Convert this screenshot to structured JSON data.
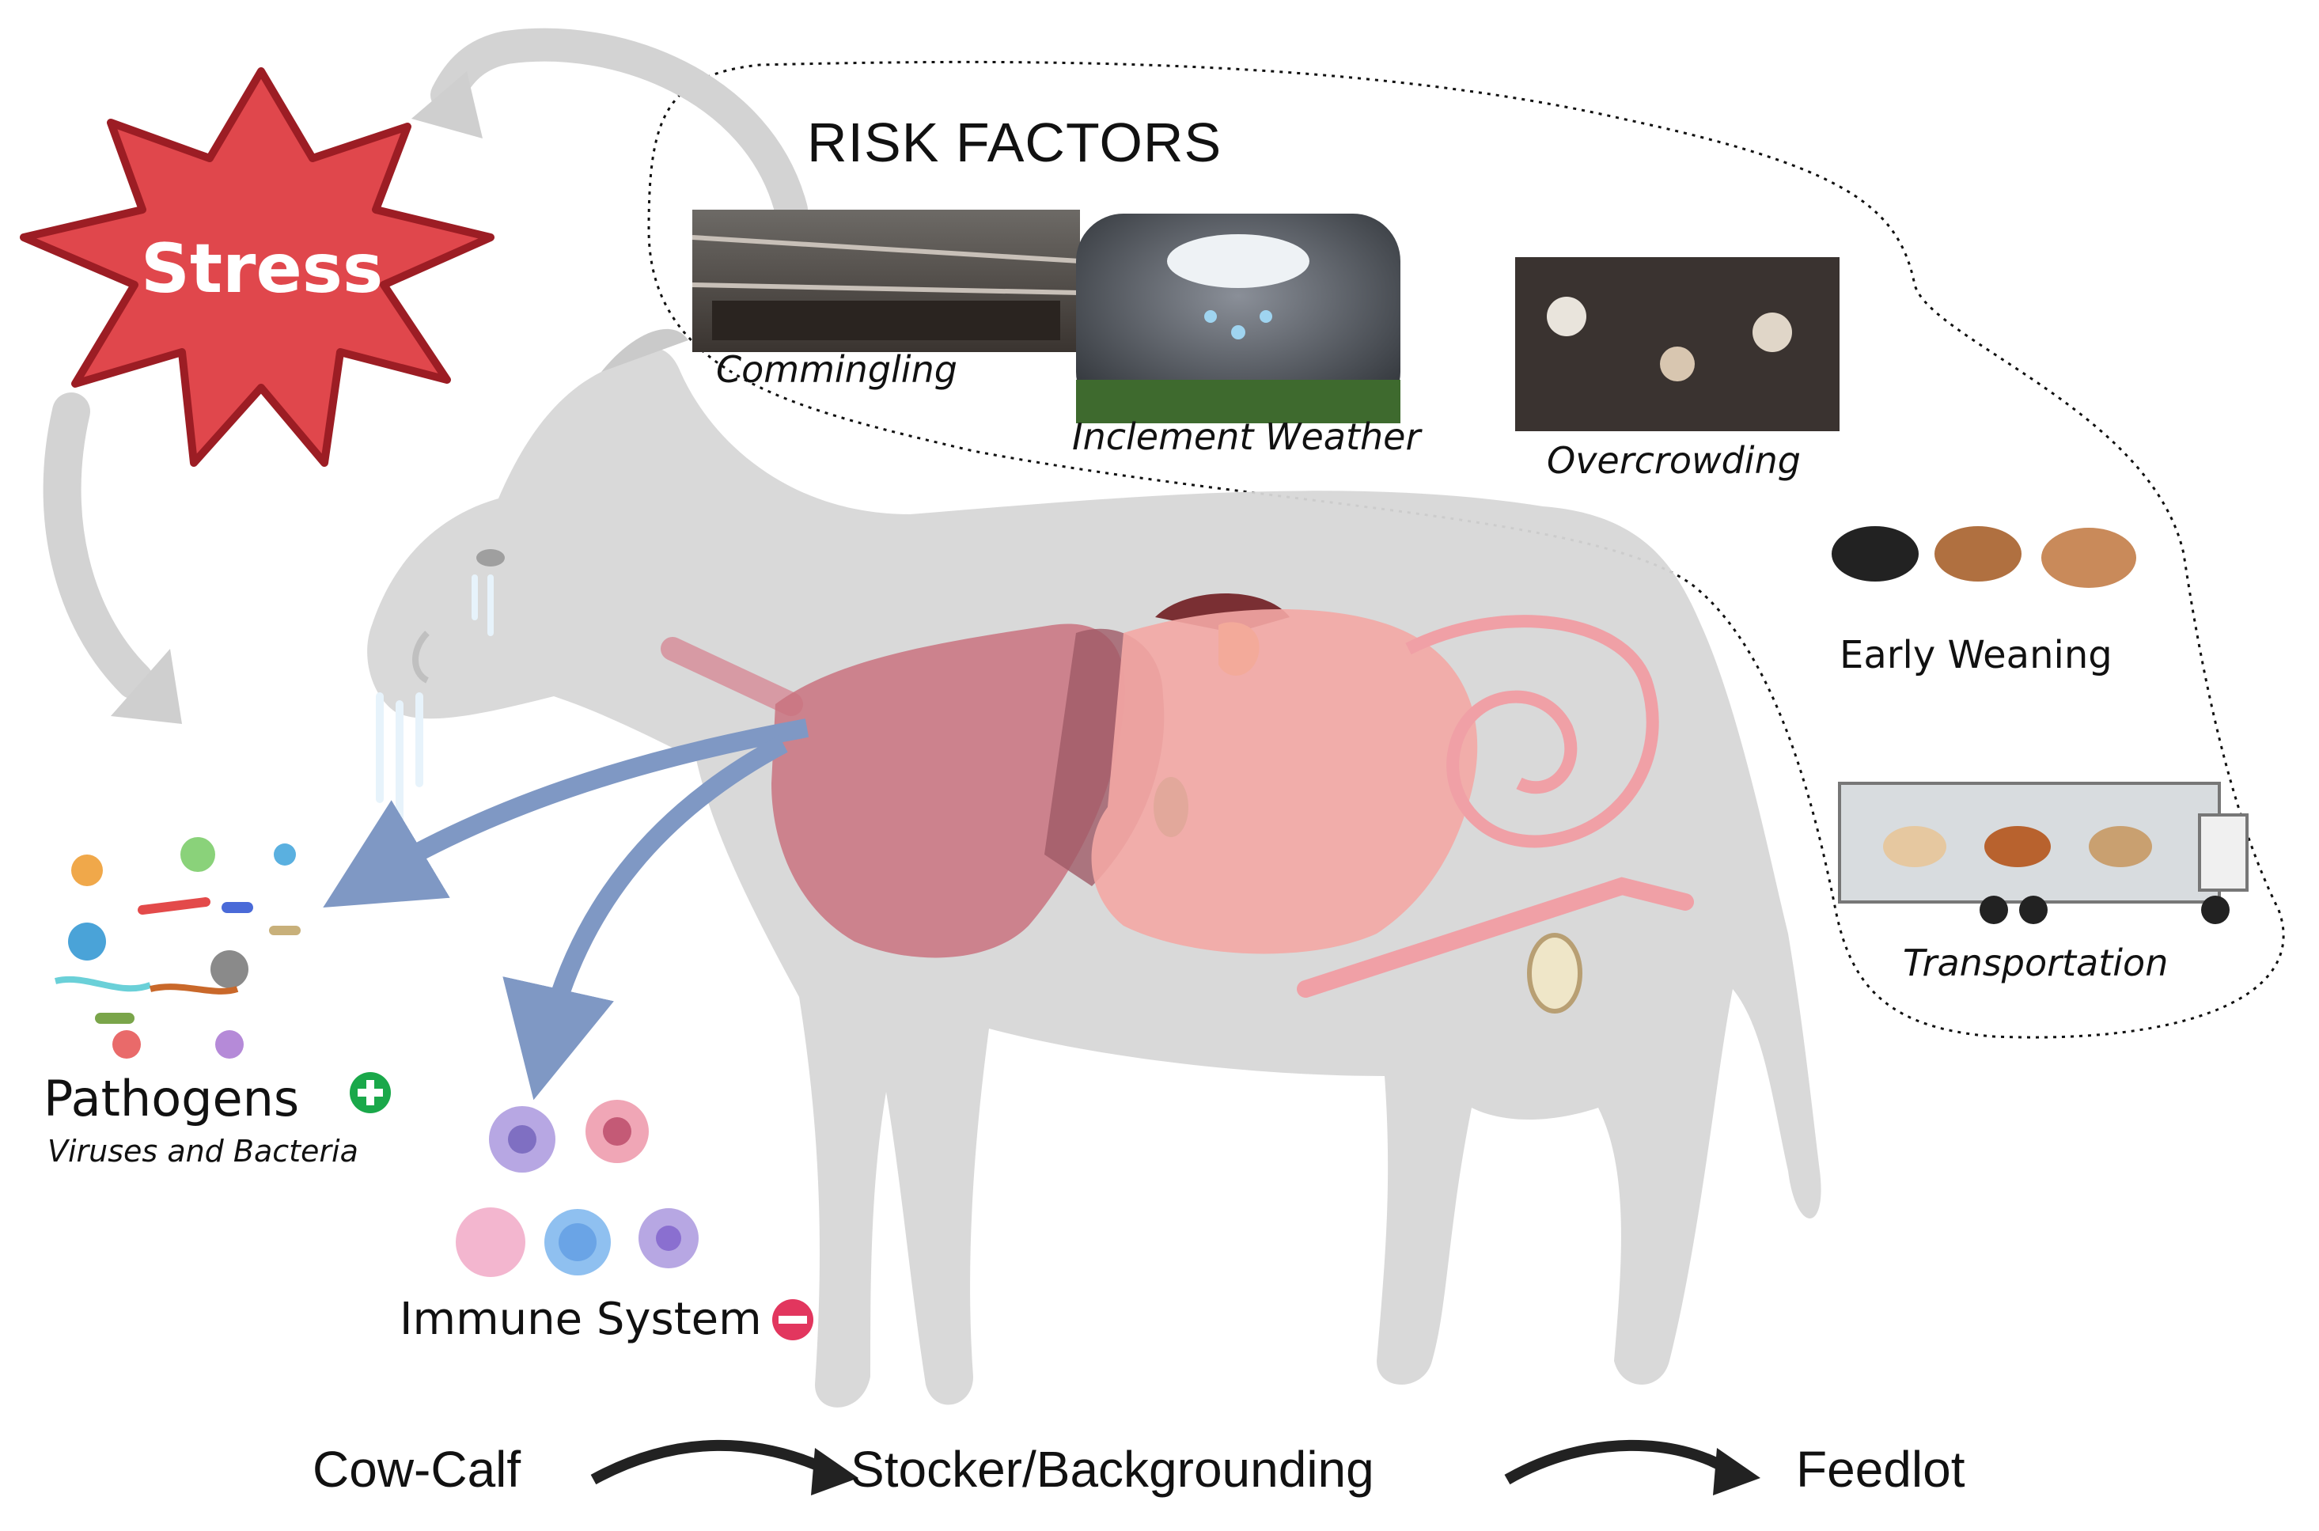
{
  "diagram": {
    "stress_label": "Stress",
    "risk_factors_title": "RISK FACTORS",
    "risk_factors": [
      {
        "label": "Commingling",
        "icon": "feedlot-pens-photo"
      },
      {
        "label": "Inclement Weather",
        "icon": "storm-cloud-photo"
      },
      {
        "label": "Overcrowding",
        "icon": "crowded-cattle-photo"
      },
      {
        "label": "Early Weaning",
        "icon": "calves-photo"
      },
      {
        "label": "Transportation",
        "icon": "cattle-truck-photo"
      }
    ],
    "pathogens": {
      "label": "Pathogens",
      "sublabel": "Viruses and Bacteria",
      "sign": "plus-icon"
    },
    "immune": {
      "label": "Immune System",
      "sign": "minus-icon"
    },
    "stages": [
      "Cow-Calf",
      "Stocker/Backgrounding",
      "Feedlot"
    ],
    "colors": {
      "stress_fill": "#e0474c",
      "stress_stroke": "#9c1d24",
      "arrow_gray": "#cfcfcf",
      "arrow_blue": "#7f98c4",
      "plus_green": "#1aa84a",
      "minus_pink": "#e2365e",
      "lung": "#c9727f",
      "intestine": "#f3a7a4",
      "cow_body": "#d7d7d7"
    }
  }
}
